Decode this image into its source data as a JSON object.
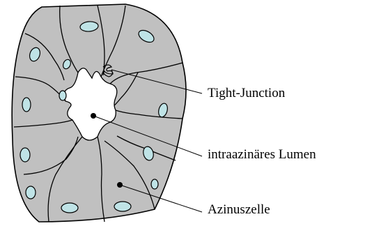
{
  "labels": {
    "tight_junction": "Tight-Junction",
    "lumen": "intraazinäres Lumen",
    "acinar_cell": "Azinuszelle"
  },
  "colors": {
    "cell_fill": "#c0c0c0",
    "nucleus_fill": "#bfe3e6",
    "outline": "#000000",
    "lumen_fill": "#ffffff"
  }
}
